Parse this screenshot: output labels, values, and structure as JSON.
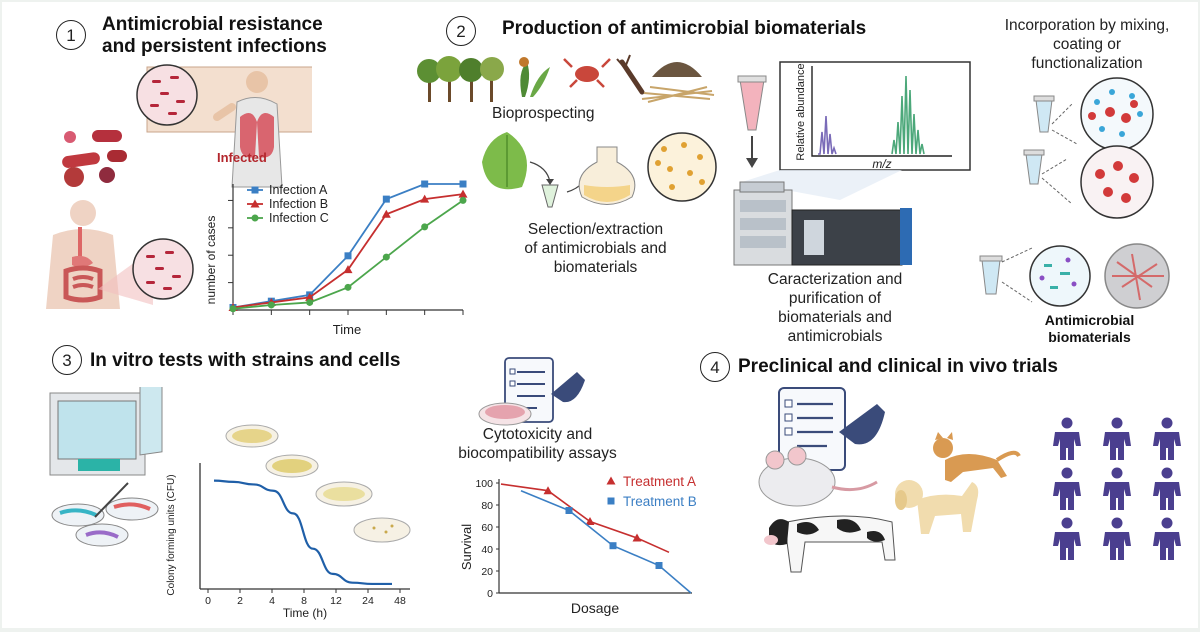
{
  "sections": {
    "s1": {
      "number": "1",
      "title_line1": "Antimicrobial resistance",
      "title_line2": "and persistent infections",
      "infected_label": "Infected"
    },
    "s2": {
      "number": "2",
      "title": "Production of antimicrobial biomaterials",
      "bioprospecting": "Bioprospecting",
      "selection_l1": "Selection/extraction",
      "selection_l2": "of antimicrobials and",
      "selection_l3": "biomaterials",
      "char_l1": "Caracterization and",
      "char_l2": "purification of",
      "char_l3": "biomaterials and",
      "char_l4": "antimicrobials",
      "incorp_l1": "Incorporation by mixing,",
      "incorp_l2": "coating or",
      "incorp_l3": "functionalization",
      "antimicrobial_l1": "Antimicrobial",
      "antimicrobial_l2": "biomaterials"
    },
    "s3": {
      "number": "3",
      "title": "In vitro tests with strains and cells",
      "cyto_l1": "Cytotoxicity and",
      "cyto_l2": "biocompatibility assays"
    },
    "s4": {
      "number": "4",
      "title": "Preclinical and clinical in vivo trials"
    }
  },
  "colors": {
    "blue": "#3b7fc4",
    "red": "#c62f2f",
    "green": "#4ca64c",
    "purple": "#4b3f8f",
    "curve": "#1f5fa8"
  },
  "chart_data": [
    {
      "type": "line",
      "xlabel": "Time",
      "ylabel": "number of cases",
      "x": [
        0,
        1,
        2,
        3,
        4,
        5,
        6
      ],
      "ylim": [
        0,
        100
      ],
      "legend": "top-left",
      "series": [
        {
          "name": "Infection A",
          "values": [
            2,
            7,
            12,
            43,
            88,
            100,
            100
          ]
        },
        {
          "name": "Infection B",
          "values": [
            2,
            6,
            10,
            32,
            76,
            88,
            92
          ]
        },
        {
          "name": "Infection C",
          "values": [
            1,
            4,
            6,
            18,
            42,
            66,
            87
          ]
        }
      ]
    },
    {
      "type": "line",
      "xlabel": "Time (h)",
      "ylabel": "Colony forming units (CFU)",
      "x_ticks": [
        "0",
        "2",
        "4",
        "8",
        "12",
        "24",
        "48"
      ],
      "series": [
        {
          "values": [
            0.86,
            0.85,
            0.83,
            0.78,
            0.6,
            0.32,
            0.12,
            0.05,
            0.04,
            0.04
          ]
        }
      ]
    },
    {
      "type": "line",
      "xlabel": "Dosage",
      "ylabel": "Survival",
      "y_ticks": [
        "0",
        "20",
        "40",
        "60",
        "80",
        "100"
      ],
      "ylim": [
        0,
        100
      ],
      "legend": "top-right",
      "series": [
        {
          "name": "Treatment A",
          "values": [
            99,
            93,
            65,
            50,
            37
          ]
        },
        {
          "name": "Treatment B",
          "values": [
            93,
            75,
            43,
            25,
            0
          ]
        }
      ]
    },
    {
      "type": "line",
      "xlabel": "m/z",
      "ylabel": "Relative abundance"
    }
  ]
}
